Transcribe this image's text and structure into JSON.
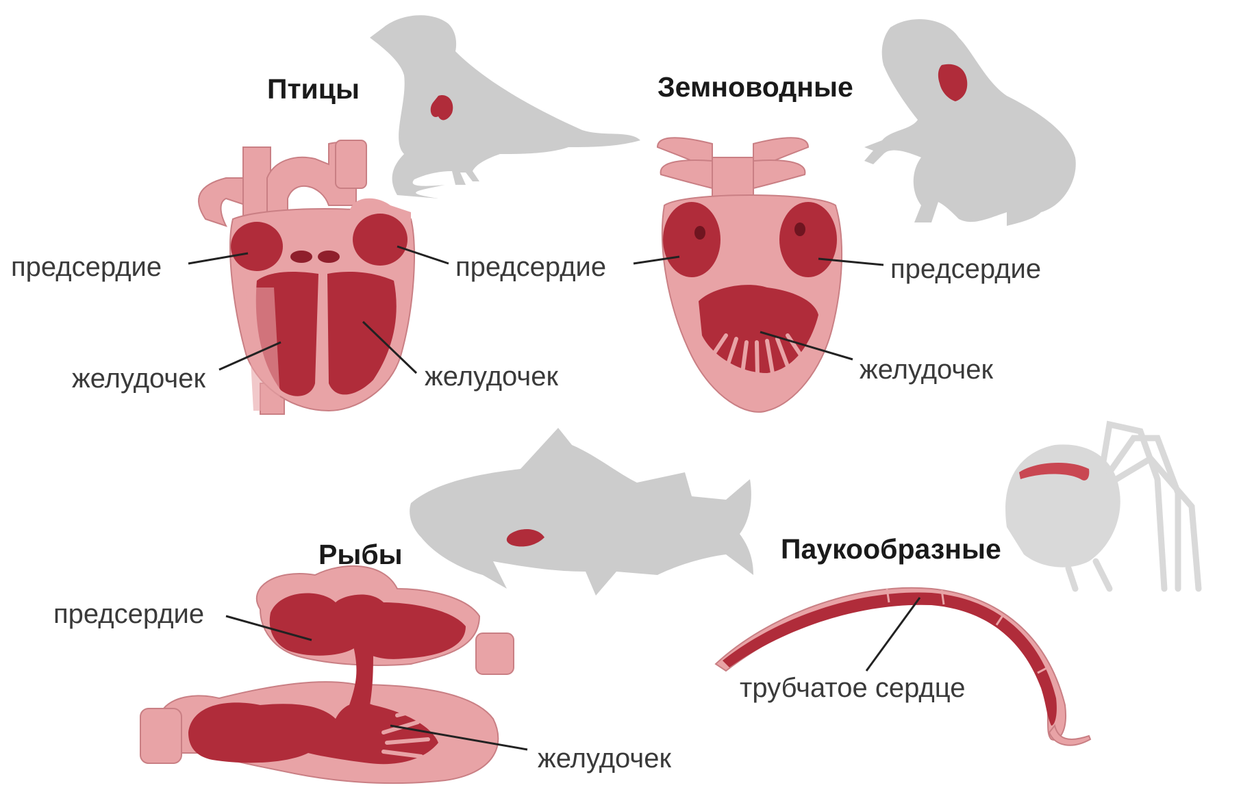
{
  "colors": {
    "heart_wall": "#e8a3a6",
    "heart_muscle": "#c94752",
    "chamber": "#b02c3a",
    "chamber_dark": "#8f1f2c",
    "silhouette": "#cccccc",
    "label_text": "#3a3a3a",
    "leader_line": "#222222",
    "top_heading": "#1f3c88"
  },
  "sections": {
    "birds": {
      "title": "Птицы",
      "atrium_left": "предсердие",
      "atrium_right": "предсердие",
      "ventricle_left": "желудочек",
      "ventricle_right": "желудочек",
      "animal_icon": "bird-silhouette-icon"
    },
    "amphibians": {
      "title": "Земноводные",
      "atrium_left": "предсердие",
      "atrium_right": "предсердие",
      "ventricle": "желудочек",
      "animal_icon": "frog-silhouette-icon"
    },
    "fish": {
      "title": "Рыбы",
      "atrium": "предсердие",
      "ventricle": "желудочек",
      "animal_icon": "fish-silhouette-icon"
    },
    "arachnids": {
      "title": "Паукообразные",
      "tubular_heart": "трубчатое сердце",
      "animal_icon": "spider-silhouette-icon"
    }
  }
}
